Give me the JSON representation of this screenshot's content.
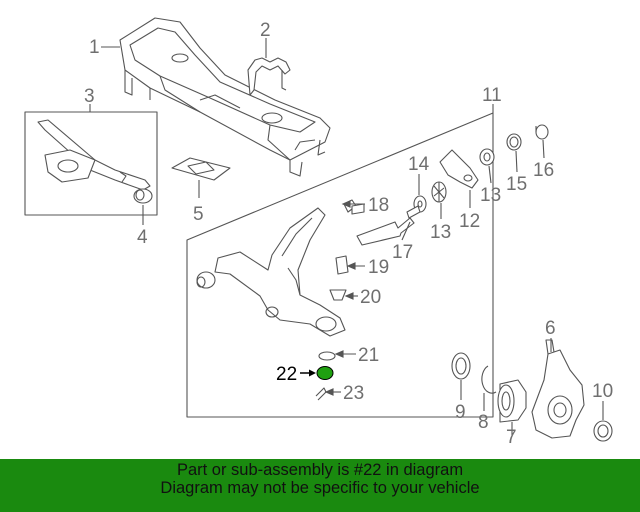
{
  "callouts": {
    "c1": "1",
    "c2": "2",
    "c3": "3",
    "c4": "4",
    "c5": "5",
    "c6": "6",
    "c7": "7",
    "c8": "8",
    "c9": "9",
    "c10": "10",
    "c11": "11",
    "c12": "12",
    "c13a": "13",
    "c13b": "13",
    "c14": "14",
    "c15": "15",
    "c16": "16",
    "c17": "17",
    "c18": "18",
    "c19": "19",
    "c20": "20",
    "c21": "21",
    "c22": "22",
    "c23": "23"
  },
  "highlight": {
    "part": "22",
    "color": "#1fa010"
  },
  "banner": {
    "line1": "Part or sub-assembly is #22 in diagram",
    "line2": "Diagram may not be specific to your vehicle",
    "background": "#1a8a0f"
  }
}
